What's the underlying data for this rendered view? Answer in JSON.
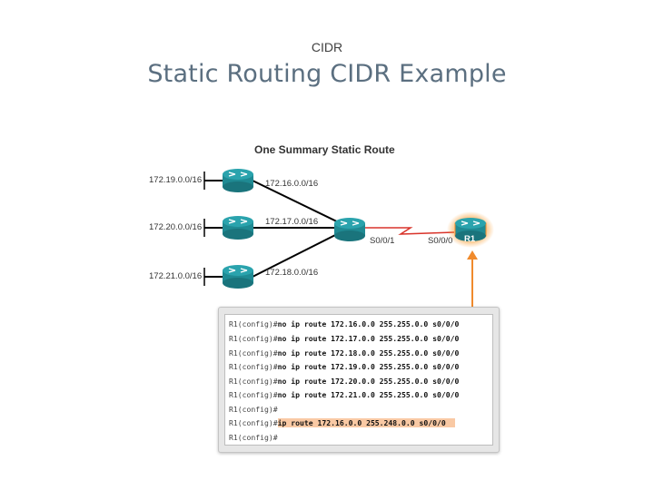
{
  "header": {
    "small_title": "CIDR",
    "title": "Static Routing CIDR Example"
  },
  "diagram": {
    "title": "One Summary Static Route",
    "networks": [
      "172.19.0.0/16",
      "172.20.0.0/16",
      "172.21.0.0/16"
    ],
    "links": [
      "172.16.0.0/16",
      "172.17.0.0/16",
      "172.18.0.0/16"
    ],
    "interfaces": {
      "left": "S0/0/1",
      "right": "S0/0/0"
    },
    "router_label": "R1",
    "colors": {
      "router": "#1f8a93",
      "highlight": "#f08a2c",
      "serial": "#d9342b"
    }
  },
  "cli": {
    "lines": [
      {
        "prompt": "R1(config)#",
        "cmd": "no ip route 172.16.0.0 255.255.0.0 s0/0/0"
      },
      {
        "prompt": "R1(config)#",
        "cmd": "no ip route 172.17.0.0 255.255.0.0 s0/0/0"
      },
      {
        "prompt": "R1(config)#",
        "cmd": "no ip route 172.18.0.0 255.255.0.0 s0/0/0"
      },
      {
        "prompt": "R1(config)#",
        "cmd": "no ip route 172.19.0.0 255.255.0.0 s0/0/0"
      },
      {
        "prompt": "R1(config)#",
        "cmd": "no ip route 172.20.0.0 255.255.0.0 s0/0/0"
      },
      {
        "prompt": "R1(config)#",
        "cmd": "no ip route 172.21.0.0 255.255.0.0 s0/0/0"
      },
      {
        "prompt": "R1(config)#",
        "cmd": ""
      },
      {
        "prompt": "R1(config)#",
        "cmd": "ip route 172.16.0.0 255.248.0.0 s0/0/0"
      },
      {
        "prompt": "R1(config)#",
        "cmd": ""
      }
    ]
  }
}
